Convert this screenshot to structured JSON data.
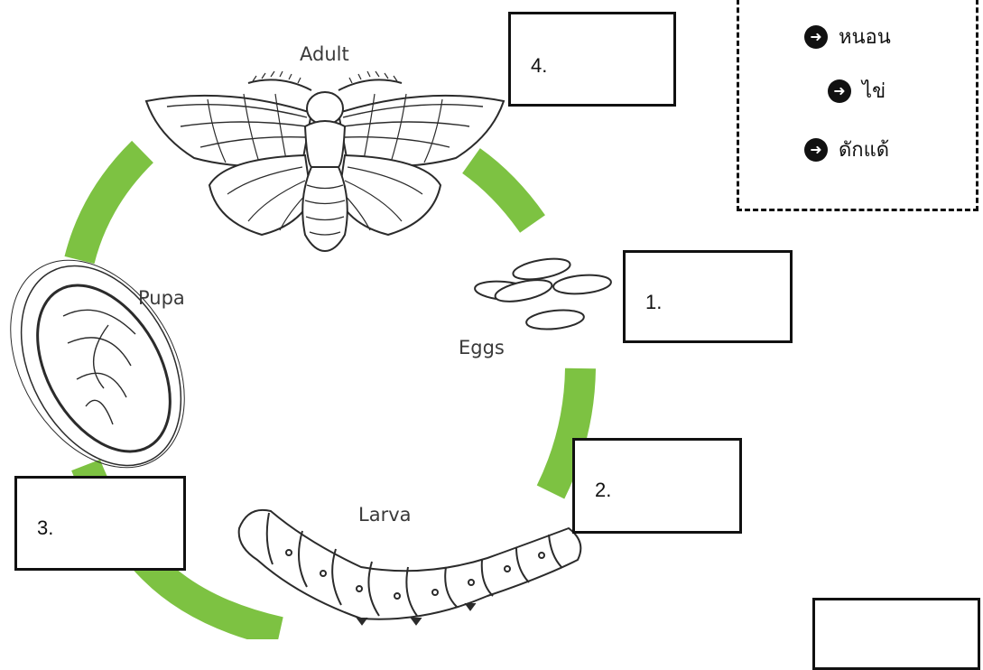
{
  "labels": {
    "adult": "Adult",
    "pupa": "Pupa",
    "eggs": "Eggs",
    "larva": "Larva"
  },
  "boxes": [
    {
      "number": "1."
    },
    {
      "number": "2."
    },
    {
      "number": "3."
    },
    {
      "number": "4."
    }
  ],
  "word_bank": {
    "items": [
      "หนอน",
      "ไข่",
      "ดักแด้"
    ],
    "icon": "circled-right-arrow"
  },
  "colors": {
    "arrow_green": "#7dc242",
    "outline": "#3a3a3a"
  }
}
